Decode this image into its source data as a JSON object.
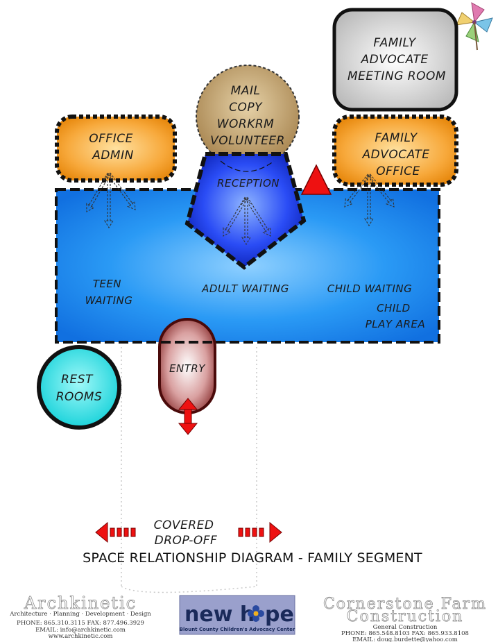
{
  "diagram": {
    "title": "SPACE RELATIONSHIP DIAGRAM - FAMILY SEGMENT",
    "rooms": {
      "family_meeting": [
        "FAMILY",
        "ADVOCATE",
        "MEETING ROOM"
      ],
      "mail": [
        "MAIL",
        "COPY",
        "WORKRM",
        "VOLUNTEER"
      ],
      "office_admin": [
        "OFFICE",
        "ADMIN"
      ],
      "family_office": [
        "FAMILY",
        "ADVOCATE",
        "OFFICE"
      ],
      "reception": "RECEPTION",
      "teen": [
        "TEEN",
        "WAITING"
      ],
      "adult": "ADULT WAITING",
      "child": "CHILD WAITING",
      "play": [
        "CHILD",
        "PLAY AREA"
      ],
      "entry": "ENTRY",
      "rest": [
        "REST",
        "ROOMS"
      ],
      "dropoff": [
        "COVERED",
        "DROP-OFF"
      ]
    }
  },
  "footer": {
    "archkinetic": {
      "name": "Archkinetic",
      "tagline": "Architecture · Planning · Development · Design",
      "phone": "PHONE: 865.310.3115  FAX: 877.496.3929",
      "email": "EMAIL: info@archkinetic.com",
      "web": "www.archkinetic.com"
    },
    "newhope": {
      "left": "new h",
      "right": "pe",
      "sub": "Blount County Children's Advocacy Center"
    },
    "cornerstone": {
      "line1": "Cornerstone Farm",
      "line2": "Construction",
      "tagline": "General Construction",
      "phone": "PHONE: 865.548.8103  FAX: 865.933.8108",
      "email": "EMAIL: doug.burdette@yahoo.com"
    }
  },
  "colors": {
    "main_blue": "#1a8cf0",
    "reception_blue": "#1a3cf0",
    "orange": "#f5a030",
    "mail_tan": "#c0a070",
    "meeting_gray": "#d6d6d6",
    "rest_cyan": "#22e0e0",
    "entry_maroon": "#8a2a2a",
    "arrow_red": "#ee1111"
  }
}
